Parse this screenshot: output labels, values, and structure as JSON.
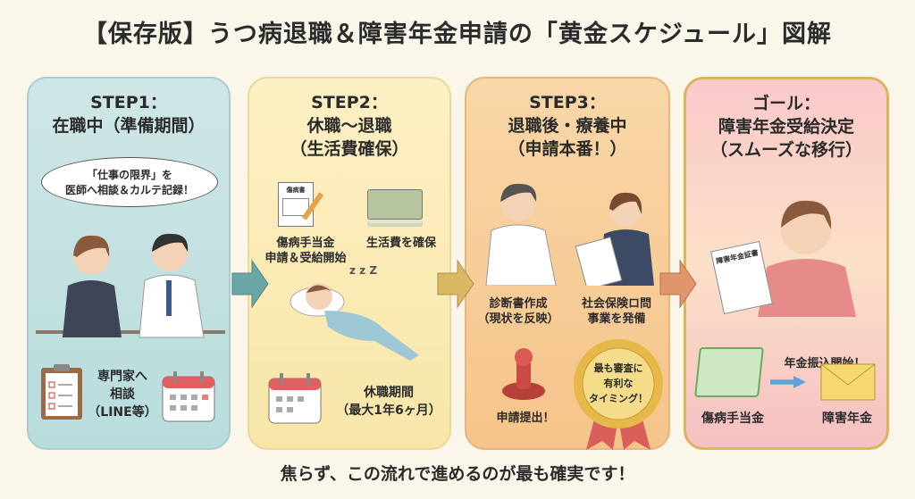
{
  "title": "【保存版】うつ病退職＆障害年金申請の「黄金スケジュール」図解",
  "steps": [
    {
      "label": "STEP1：",
      "title": "在職中（準備期間）",
      "bubble_line1": "「仕事の限界」を",
      "bubble_line2": "医師へ相談＆カルテ記録！",
      "item1_line1": "専門家へ",
      "item1_line2": "相談",
      "item1_line3": "（LINE等）"
    },
    {
      "label": "STEP2：",
      "title_line1": "休職〜退職",
      "title_line2": "（生活費確保）",
      "doc_label": "傷病書",
      "item1_line1": "傷病手当金",
      "item1_line2": "申請＆受給開始",
      "item2": "生活費を確保",
      "sleep": "z z Z",
      "item3_line1": "休職期間",
      "item3_line2": "（最大1年6ヶ月）"
    },
    {
      "label": "STEP3：",
      "title_line1": "退職後・療養中",
      "title_line2": "（申請本番！）",
      "item1_line1": "診断書作成",
      "item1_line2": "（現状を反映）",
      "item2_line1": "社会保険ロ問",
      "item2_line2": "事業を発備",
      "item3": "申請提出！",
      "badge_line1": "最も審査に",
      "badge_line2": "有利な",
      "badge_line3": "タイミング！"
    },
    {
      "label": "ゴール：",
      "title_line1": "障害年金受給決定",
      "title_line2": "（スムーズな移行）",
      "cert_label": "障害年金証書",
      "item1": "年金振込開始！",
      "from": "傷病手当金",
      "to": "障害年金"
    }
  ],
  "footer": "焦らず、この流れで進めるのが最も確実です！",
  "colors": {
    "step1": "#b8dcdc",
    "step2": "#f8e6a8",
    "step3": "#f5c48a",
    "goal": "#f6c0c2",
    "gold": "#d9b560"
  }
}
